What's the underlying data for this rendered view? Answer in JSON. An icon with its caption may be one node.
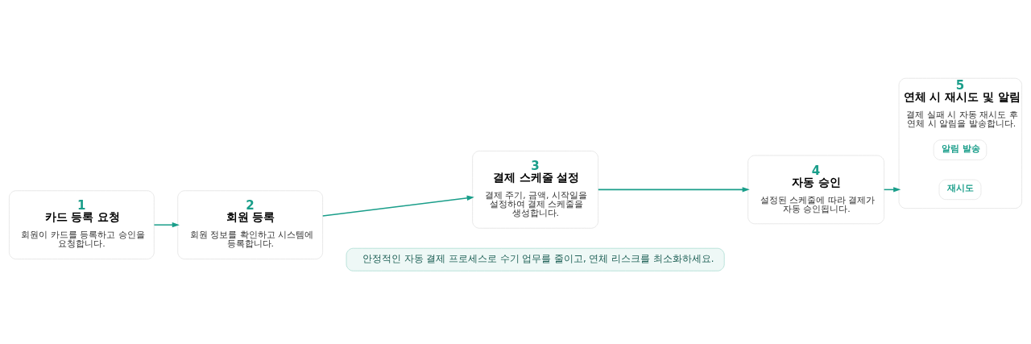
{
  "diagram": {
    "nodes": [
      {
        "text": [
          "1",
          "카드 등록 요청",
          "회원이 카드를 등록하고 승인을 요청합니다."
        ]
      },
      {
        "text": [
          "2",
          "회원 등록",
          "회원 정보를 확인하고 시스템에 등록합니다."
        ]
      },
      {
        "text": [
          "3",
          "결제 스케줄 설정",
          "결제 주기, 금액, 시작일을 설정하여 결제 스케줄을 생성합니다."
        ]
      },
      {
        "text": [
          "4",
          "자동 승인",
          "설정된 스케줄에 따라 결제가 자동 승인됩니다."
        ]
      },
      {
        "text": [
          "5",
          "연체 시 재시도 및 알림",
          "결제 실패 시 자동 재시도 후 연체 시 알림을 발송합니다."
        ]
      },
      {
        "text": [
          "재시도"
        ],
        "in": 4
      },
      {
        "text": [
          "알림 발송"
        ],
        "in": 4
      },
      {
        "text": [
          "안정적인 자동 결제 프로세스로 수기 업무를 줄이고, 연체 리스크를 최소화하세요."
        ]
      }
    ],
    "edges": [
      {
        "from": 0,
        "to": 1,
        "arrow": "to"
      },
      {
        "from": 1,
        "to": 2,
        "arrow": "to"
      },
      {
        "from": 2,
        "to": 3,
        "arrow": "to"
      },
      {
        "from": 3,
        "to": 4,
        "arrow": "to"
      }
    ]
  }
}
